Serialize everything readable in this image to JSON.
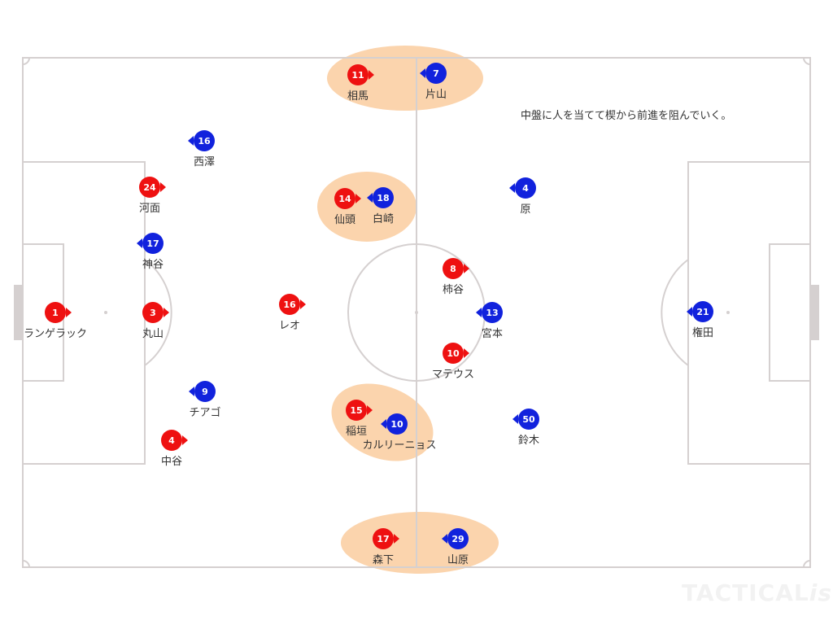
{
  "annotation": "中盤に人を当てて楔から前進を阻んでいく。",
  "watermark": {
    "main": "TACTICAL",
    "suffix": "ista"
  },
  "colors": {
    "red_team": "#ee1111",
    "blue_team": "#1122dd",
    "highlight": "#fbd4ad",
    "pitch_line": "#d5d0d0"
  },
  "red_team": [
    {
      "number": "1",
      "name": "ランゲラック"
    },
    {
      "number": "3",
      "name": "丸山"
    },
    {
      "number": "24",
      "name": "河面"
    },
    {
      "number": "4",
      "name": "中谷"
    },
    {
      "number": "16",
      "name": "レオ"
    },
    {
      "number": "14",
      "name": "仙頭"
    },
    {
      "number": "15",
      "name": "稲垣"
    },
    {
      "number": "11",
      "name": "相馬"
    },
    {
      "number": "17",
      "name": "森下"
    },
    {
      "number": "8",
      "name": "柿谷"
    },
    {
      "number": "10",
      "name": "マテウス"
    }
  ],
  "blue_team": [
    {
      "number": "21",
      "name": "権田"
    },
    {
      "number": "13",
      "name": "宮本"
    },
    {
      "number": "4",
      "name": "原"
    },
    {
      "number": "50",
      "name": "鈴木"
    },
    {
      "number": "18",
      "name": "白崎"
    },
    {
      "number": "10",
      "name": "カルリーニョス"
    },
    {
      "number": "7",
      "name": "片山"
    },
    {
      "number": "29",
      "name": "山原"
    },
    {
      "number": "16",
      "name": "西澤"
    },
    {
      "number": "17",
      "name": "神谷"
    },
    {
      "number": "9",
      "name": "チアゴ"
    }
  ]
}
